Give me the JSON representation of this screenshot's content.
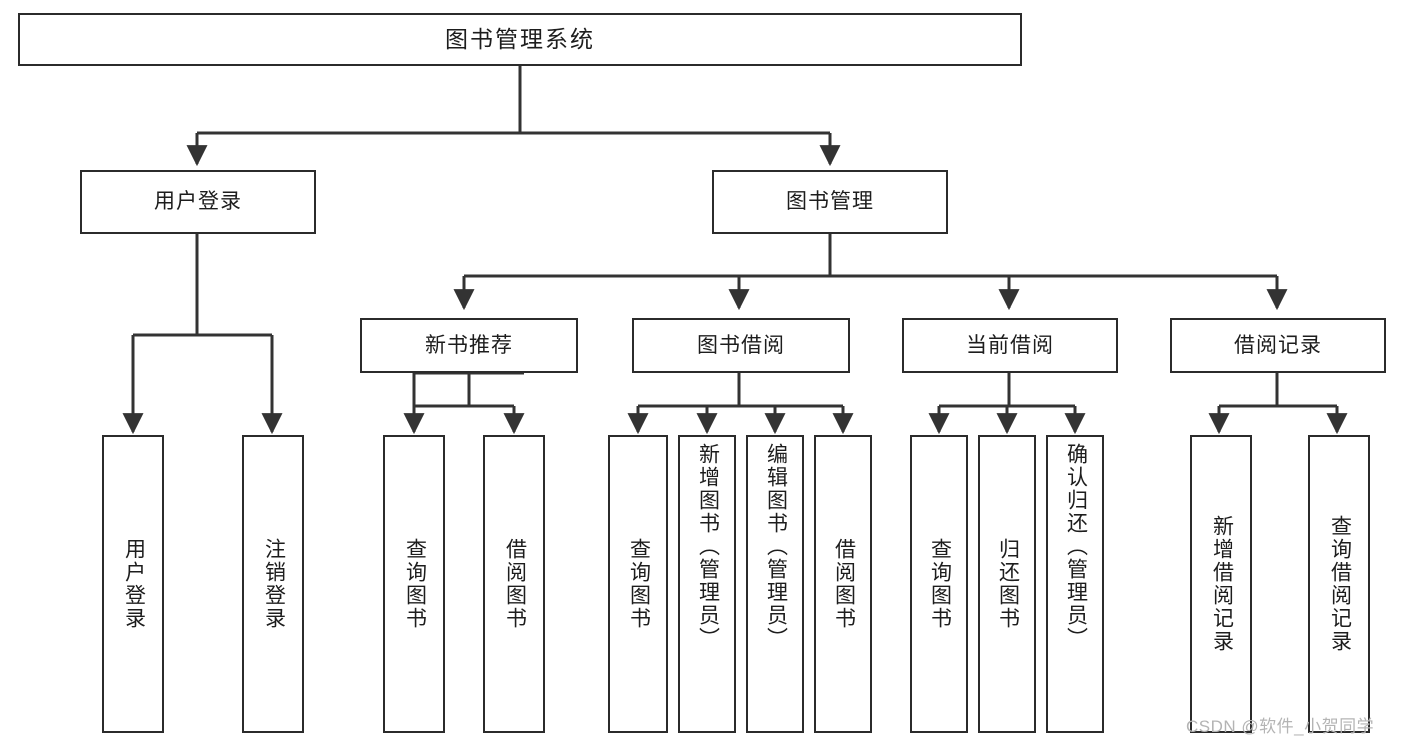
{
  "diagram": {
    "type": "hierarchy-tree",
    "title_node": {
      "label": "图书管理系统"
    },
    "level2": [
      {
        "id": "user-login",
        "label": "用户登录"
      },
      {
        "id": "book-management",
        "label": "图书管理"
      }
    ],
    "level3": [
      {
        "id": "new-book-recommend",
        "label": "新书推荐"
      },
      {
        "id": "book-borrow",
        "label": "图书借阅"
      },
      {
        "id": "current-borrow",
        "label": "当前借阅"
      },
      {
        "id": "borrow-record",
        "label": "借阅记录"
      }
    ],
    "leaves": {
      "user_login": [
        {
          "id": "leaf-user-login",
          "label": "用户登录"
        },
        {
          "id": "leaf-logout-login",
          "label": "注销登录"
        }
      ],
      "new_book_recommend": [
        {
          "id": "leaf-query-book-1",
          "label": "查询图书"
        },
        {
          "id": "leaf-borrow-book-1",
          "label": "借阅图书"
        }
      ],
      "book_borrow": [
        {
          "id": "leaf-query-book-2",
          "label": "查询图书"
        },
        {
          "id": "leaf-add-book",
          "label": "新增图书（管理员）"
        },
        {
          "id": "leaf-edit-book",
          "label": "编辑图书（管理员）"
        },
        {
          "id": "leaf-borrow-book-2",
          "label": "借阅图书"
        }
      ],
      "current_borrow": [
        {
          "id": "leaf-query-book-3",
          "label": "查询图书"
        },
        {
          "id": "leaf-return-book",
          "label": "归还图书"
        },
        {
          "id": "leaf-confirm-return",
          "label": "确认归还（管理员）"
        }
      ],
      "borrow_record": [
        {
          "id": "leaf-add-record",
          "label": "新增借阅记录"
        },
        {
          "id": "leaf-query-record",
          "label": "查询借阅记录"
        }
      ]
    }
  },
  "watermark": {
    "text": "CSDN @软件_小贺同学"
  },
  "colors": {
    "background": "#ffffff",
    "border": "#2b2b2b",
    "text": "#1d1d1d",
    "connector": "#333333",
    "watermark": "#b4b4b4"
  }
}
